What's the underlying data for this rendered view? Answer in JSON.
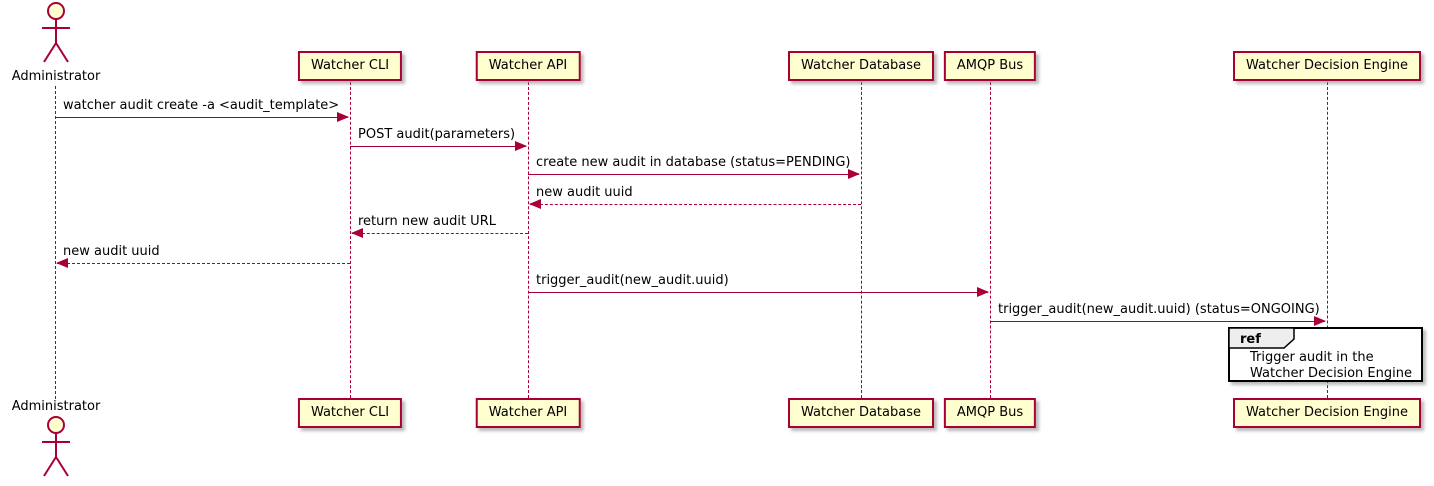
{
  "diagram": {
    "actors": [
      {
        "id": "administrator",
        "label": "Administrator"
      }
    ],
    "participants": [
      {
        "id": "cli",
        "label": "Watcher CLI"
      },
      {
        "id": "api",
        "label": "Watcher API"
      },
      {
        "id": "db",
        "label": "Watcher Database"
      },
      {
        "id": "amqp",
        "label": "AMQP Bus"
      },
      {
        "id": "engine",
        "label": "Watcher Decision Engine"
      }
    ],
    "messages": [
      {
        "from": "administrator",
        "to": "cli",
        "label": "watcher audit create -a <audit_template>",
        "style": "solid"
      },
      {
        "from": "cli",
        "to": "api",
        "label": "POST audit(parameters)",
        "style": "solid"
      },
      {
        "from": "api",
        "to": "db",
        "label": "create new audit in database (status=PENDING)",
        "style": "solid"
      },
      {
        "from": "db",
        "to": "api",
        "label": "new audit uuid",
        "style": "dashed"
      },
      {
        "from": "api",
        "to": "cli",
        "label": "return new audit URL",
        "style": "dashed"
      },
      {
        "from": "cli",
        "to": "administrator",
        "label": "new audit uuid",
        "style": "dashed"
      },
      {
        "from": "api",
        "to": "amqp",
        "label": "trigger_audit(new_audit.uuid)",
        "style": "solid"
      },
      {
        "from": "amqp",
        "to": "engine",
        "label": "trigger_audit(new_audit.uuid) (status=ONGOING)",
        "style": "solid"
      }
    ],
    "ref": {
      "keyword": "ref",
      "lines": [
        "Trigger audit in the",
        "Watcher Decision Engine"
      ]
    },
    "colors": {
      "participant_fill": "#fefece",
      "border": "#a80036",
      "text": "#000000",
      "ref_header_fill": "#eeeeee",
      "ref_border": "#000000"
    }
  }
}
